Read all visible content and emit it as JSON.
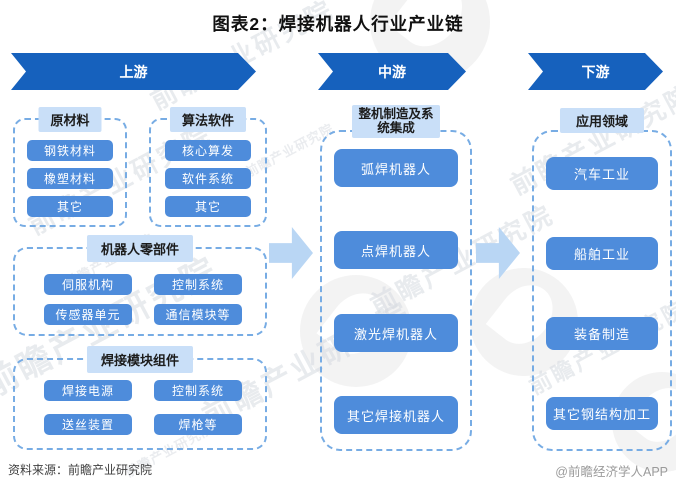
{
  "title": "图表2：焊接机器人行业产业链",
  "stages": [
    {
      "label": "上游"
    },
    {
      "label": "中游"
    },
    {
      "label": "下游"
    }
  ],
  "upstream": {
    "groups": [
      {
        "header": "原材料",
        "items": [
          "钢铁材料",
          "橡塑材料",
          "其它"
        ]
      },
      {
        "header": "算法软件",
        "items": [
          "核心算发",
          "软件系统",
          "其它"
        ]
      },
      {
        "header": "机器人零部件",
        "items": [
          "伺服机构",
          "控制系统",
          "传感器单元",
          "通信模块等"
        ]
      },
      {
        "header": "焊接模块组件",
        "items": [
          "焊接电源",
          "控制系统",
          "送丝装置",
          "焊枪等"
        ]
      }
    ]
  },
  "midstream": {
    "header": "整机制造及系统集成",
    "items": [
      "弧焊机器人",
      "点焊机器人",
      "激光焊机器人",
      "其它焊接机器人"
    ]
  },
  "downstream": {
    "header": "应用领域",
    "items": [
      "汽车工业",
      "船舶工业",
      "装备制造",
      "其它钢结构加工"
    ]
  },
  "footer": {
    "source": "资料来源：前瞻产业研究院",
    "credit": "@前瞻经济学人APP"
  },
  "watermark": {
    "text": "前瞻产业研究院"
  },
  "colors": {
    "stage-arrow": "#1661BD",
    "node-blue": "#4E8CDB",
    "header-bg": "#C9DFF8",
    "header-text": "#1c1c1c",
    "flow-arrow": "#B9D6F4",
    "dash-border": "#77ACE4",
    "title-text": "#111111",
    "source-text": "#3f3f3f",
    "credit-text": "#9b9b9b",
    "watermark-gray": "#d7dbe1"
  }
}
